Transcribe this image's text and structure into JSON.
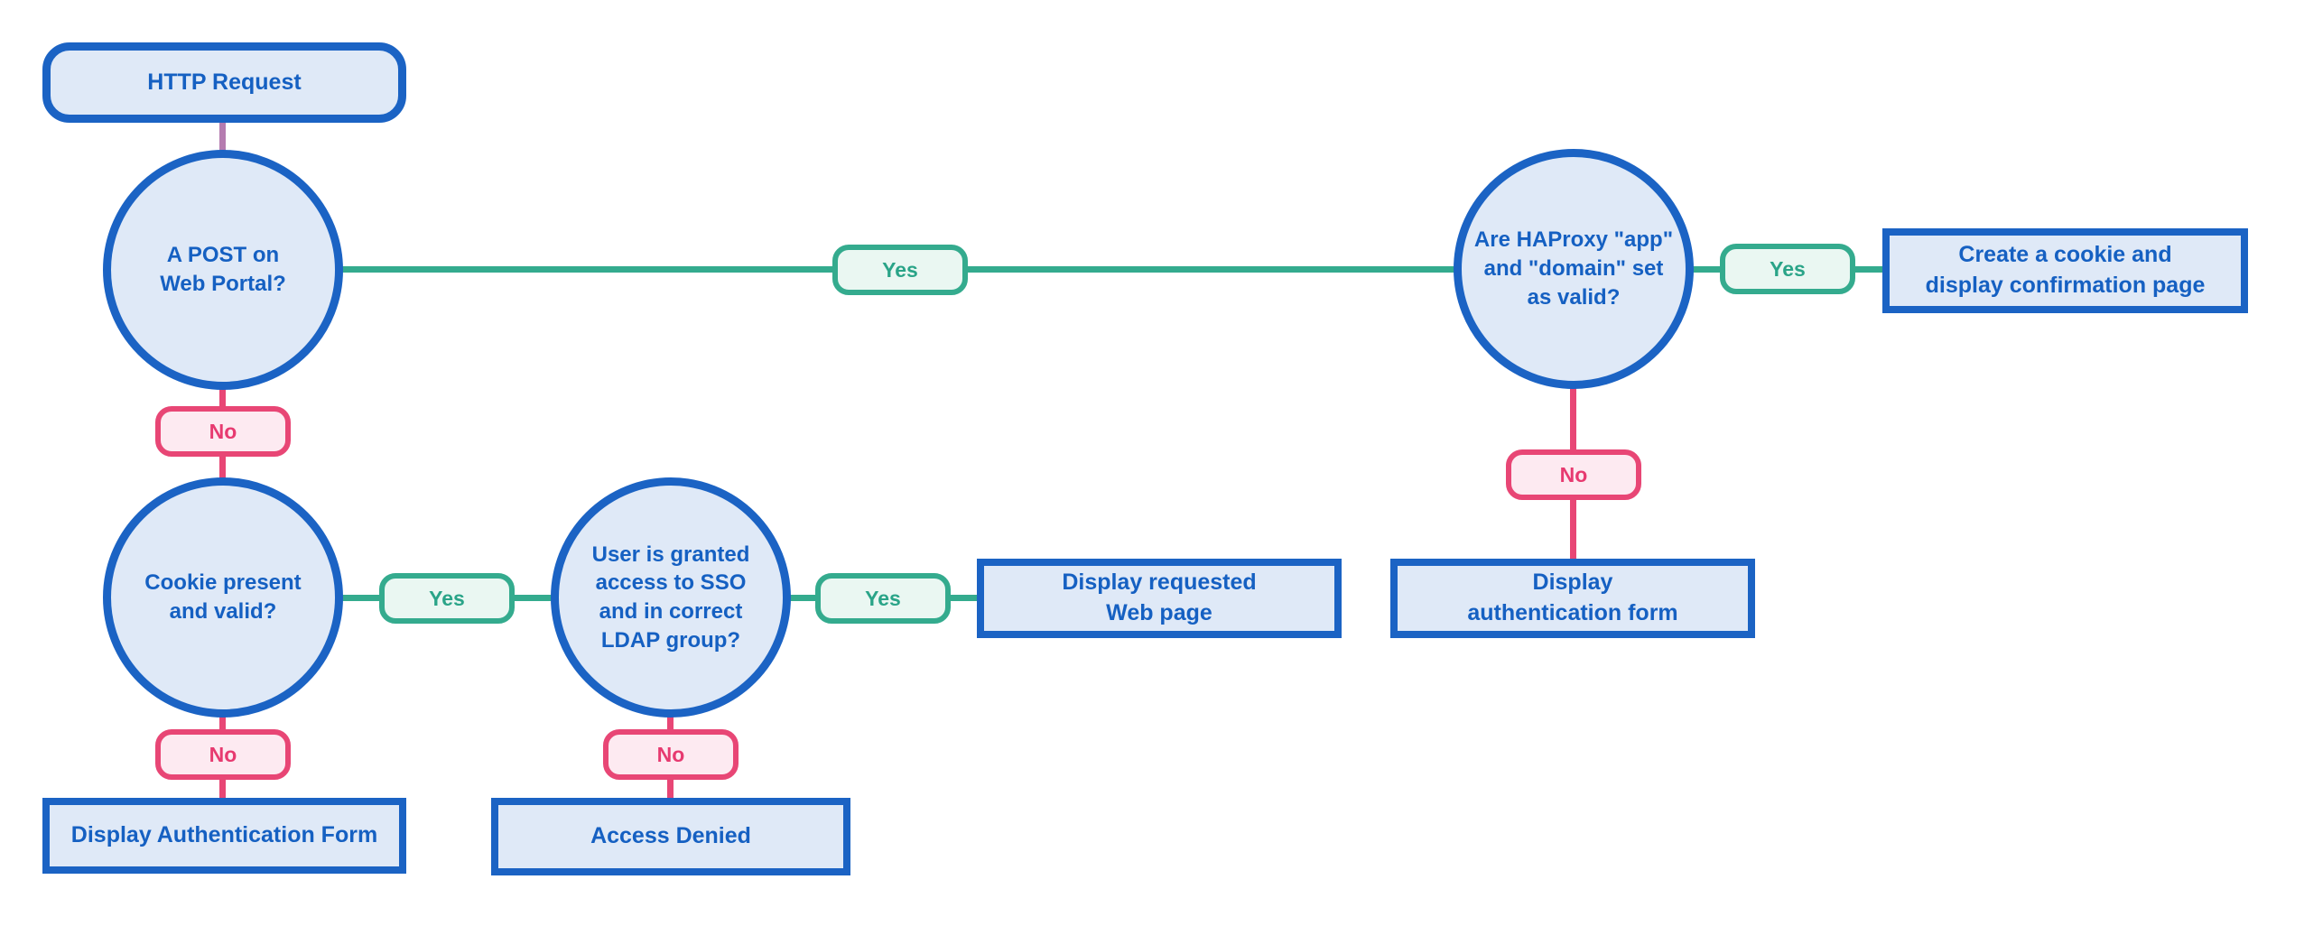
{
  "palette": {
    "node_border_blue": "#1b63c4",
    "node_fill_blue": "#dfe9f7",
    "node_text_blue": "#1560c2",
    "yes_green_border": "#34ab8e",
    "yes_green_fill": "#eaf7f2",
    "yes_green_text": "#2aa488",
    "no_pink_border": "#e84675",
    "no_pink_fill": "#fdeaf1",
    "no_pink_text": "#e73a70",
    "start_connector_purple": "#b57cb0"
  },
  "flowchart": {
    "nodes": {
      "http_request": {
        "label": "HTTP Request",
        "shape": "rounded-rect"
      },
      "post_on_web_portal": {
        "label": "A POST on\nWeb Portal?",
        "shape": "circle"
      },
      "haproxy_app_domain_valid": {
        "label": "Are HAProxy \"app\"\nand \"domain\" set\nas valid?",
        "shape": "circle"
      },
      "create_cookie": {
        "label": "Create a cookie and\ndisplay confirmation page",
        "shape": "rect"
      },
      "display_authentication_form_right": {
        "label": "Display\nauthentication form",
        "shape": "rect"
      },
      "cookie_present_valid": {
        "label": "Cookie present\nand valid?",
        "shape": "circle"
      },
      "user_granted_sso_ldap": {
        "label": "User is granted\naccess to SSO\nand in correct\nLDAP group?",
        "shape": "circle"
      },
      "display_requested_web_page": {
        "label": "Display requested\nWeb page",
        "shape": "rect"
      },
      "display_authentication_form_left": {
        "label": "Display Authentication Form",
        "shape": "rect"
      },
      "access_denied": {
        "label": "Access Denied",
        "shape": "rect"
      }
    },
    "edges": [
      {
        "from": "http_request",
        "to": "post_on_web_portal",
        "label": ""
      },
      {
        "from": "post_on_web_portal",
        "to": "haproxy_app_domain_valid",
        "label": "Yes"
      },
      {
        "from": "post_on_web_portal",
        "to": "cookie_present_valid",
        "label": "No"
      },
      {
        "from": "haproxy_app_domain_valid",
        "to": "create_cookie",
        "label": "Yes"
      },
      {
        "from": "haproxy_app_domain_valid",
        "to": "display_authentication_form_right",
        "label": "No"
      },
      {
        "from": "cookie_present_valid",
        "to": "user_granted_sso_ldap",
        "label": "Yes"
      },
      {
        "from": "cookie_present_valid",
        "to": "display_authentication_form_left",
        "label": "No"
      },
      {
        "from": "user_granted_sso_ldap",
        "to": "display_requested_web_page",
        "label": "Yes"
      },
      {
        "from": "user_granted_sso_ldap",
        "to": "access_denied",
        "label": "No"
      }
    ]
  }
}
